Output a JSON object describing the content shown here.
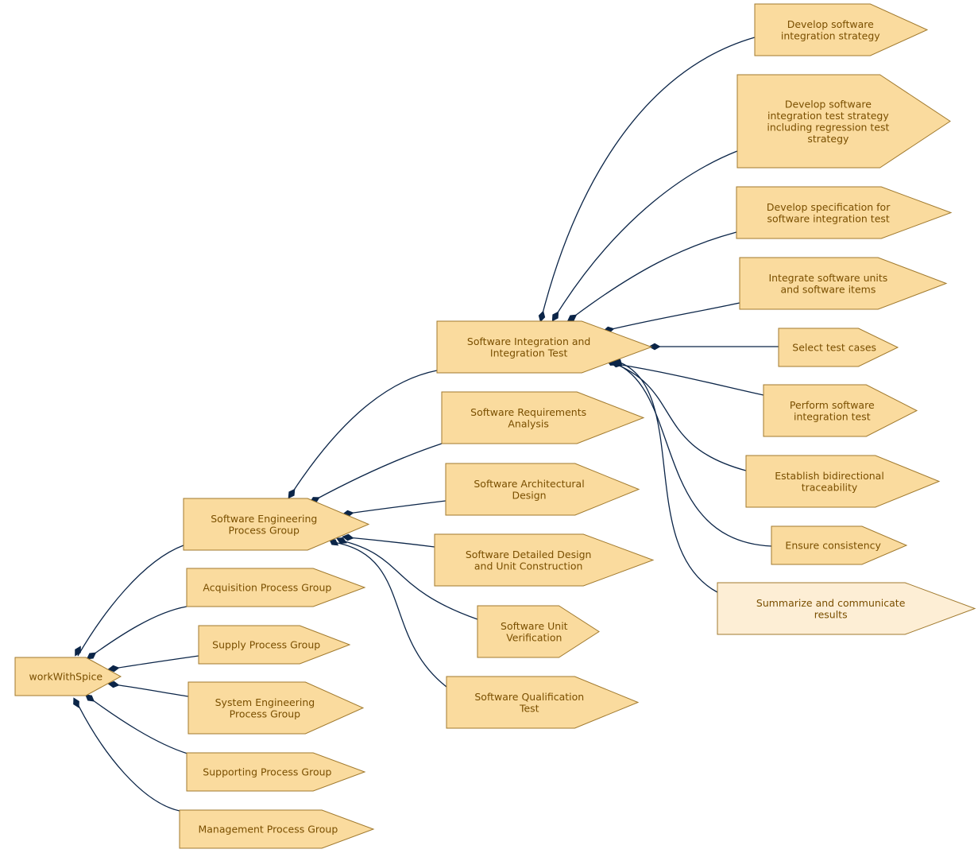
{
  "nodes": [
    {
      "id": "workWithSpice",
      "label": [
        "workWithSpice"
      ],
      "style": "normal"
    },
    {
      "id": "software-engineering",
      "label": [
        "Software Engineering",
        "Process Group"
      ],
      "style": "normal"
    },
    {
      "id": "acquisition",
      "label": [
        "Acquisition Process Group"
      ],
      "style": "normal"
    },
    {
      "id": "supply",
      "label": [
        "Supply Process Group"
      ],
      "style": "normal"
    },
    {
      "id": "system-engineering",
      "label": [
        "System Engineering",
        "Process Group"
      ],
      "style": "normal"
    },
    {
      "id": "supporting",
      "label": [
        "Supporting Process Group"
      ],
      "style": "normal"
    },
    {
      "id": "management",
      "label": [
        "Management Process Group"
      ],
      "style": "normal"
    },
    {
      "id": "sw-integration-test",
      "label": [
        "Software Integration and",
        "Integration Test"
      ],
      "style": "normal"
    },
    {
      "id": "sw-requirements",
      "label": [
        "Software Requirements",
        "Analysis"
      ],
      "style": "normal"
    },
    {
      "id": "sw-architectural",
      "label": [
        "Software Architectural",
        "Design"
      ],
      "style": "normal"
    },
    {
      "id": "sw-detailed",
      "label": [
        "Software Detailed Design",
        "and Unit Construction"
      ],
      "style": "normal"
    },
    {
      "id": "sw-unit-verification",
      "label": [
        "Software Unit",
        "Verification"
      ],
      "style": "normal"
    },
    {
      "id": "sw-qualification",
      "label": [
        "Software Qualification",
        "Test"
      ],
      "style": "normal"
    },
    {
      "id": "develop-integration-strategy",
      "label": [
        "Develop software",
        "integration strategy"
      ],
      "style": "normal"
    },
    {
      "id": "develop-integration-test-strategy",
      "label": [
        "Develop software",
        "integration test strategy",
        "including regression test",
        "strategy"
      ],
      "style": "normal"
    },
    {
      "id": "develop-specification",
      "label": [
        "Develop specification for",
        "software integration test"
      ],
      "style": "normal"
    },
    {
      "id": "integrate-units",
      "label": [
        "Integrate software units",
        "and software items"
      ],
      "style": "normal"
    },
    {
      "id": "select-test-cases",
      "label": [
        "Select test cases"
      ],
      "style": "normal"
    },
    {
      "id": "perform-integration-test",
      "label": [
        "Perform software",
        "integration test"
      ],
      "style": "normal"
    },
    {
      "id": "establish-traceability",
      "label": [
        "Establish bidirectional",
        "traceability"
      ],
      "style": "normal"
    },
    {
      "id": "ensure-consistency",
      "label": [
        "Ensure consistency"
      ],
      "style": "normal"
    },
    {
      "id": "summarize-results",
      "label": [
        "Summarize and communicate",
        "results"
      ],
      "style": "light"
    }
  ],
  "edges": [
    {
      "from": "workWithSpice",
      "to": "software-engineering",
      "type": "composition"
    },
    {
      "from": "workWithSpice",
      "to": "acquisition",
      "type": "composition"
    },
    {
      "from": "workWithSpice",
      "to": "supply",
      "type": "composition"
    },
    {
      "from": "workWithSpice",
      "to": "system-engineering",
      "type": "composition"
    },
    {
      "from": "workWithSpice",
      "to": "supporting",
      "type": "composition"
    },
    {
      "from": "workWithSpice",
      "to": "management",
      "type": "composition"
    },
    {
      "from": "software-engineering",
      "to": "sw-integration-test",
      "type": "composition"
    },
    {
      "from": "software-engineering",
      "to": "sw-requirements",
      "type": "composition"
    },
    {
      "from": "software-engineering",
      "to": "sw-architectural",
      "type": "composition"
    },
    {
      "from": "software-engineering",
      "to": "sw-detailed",
      "type": "composition"
    },
    {
      "from": "software-engineering",
      "to": "sw-unit-verification",
      "type": "composition"
    },
    {
      "from": "software-engineering",
      "to": "sw-qualification",
      "type": "composition"
    },
    {
      "from": "sw-integration-test",
      "to": "develop-integration-strategy",
      "type": "composition"
    },
    {
      "from": "sw-integration-test",
      "to": "develop-integration-test-strategy",
      "type": "composition"
    },
    {
      "from": "sw-integration-test",
      "to": "develop-specification",
      "type": "composition"
    },
    {
      "from": "sw-integration-test",
      "to": "integrate-units",
      "type": "composition"
    },
    {
      "from": "sw-integration-test",
      "to": "select-test-cases",
      "type": "composition"
    },
    {
      "from": "sw-integration-test",
      "to": "perform-integration-test",
      "type": "composition"
    },
    {
      "from": "sw-integration-test",
      "to": "establish-traceability",
      "type": "composition"
    },
    {
      "from": "sw-integration-test",
      "to": "ensure-consistency",
      "type": "composition"
    },
    {
      "from": "sw-integration-test",
      "to": "summarize-results",
      "type": "composition"
    }
  ]
}
